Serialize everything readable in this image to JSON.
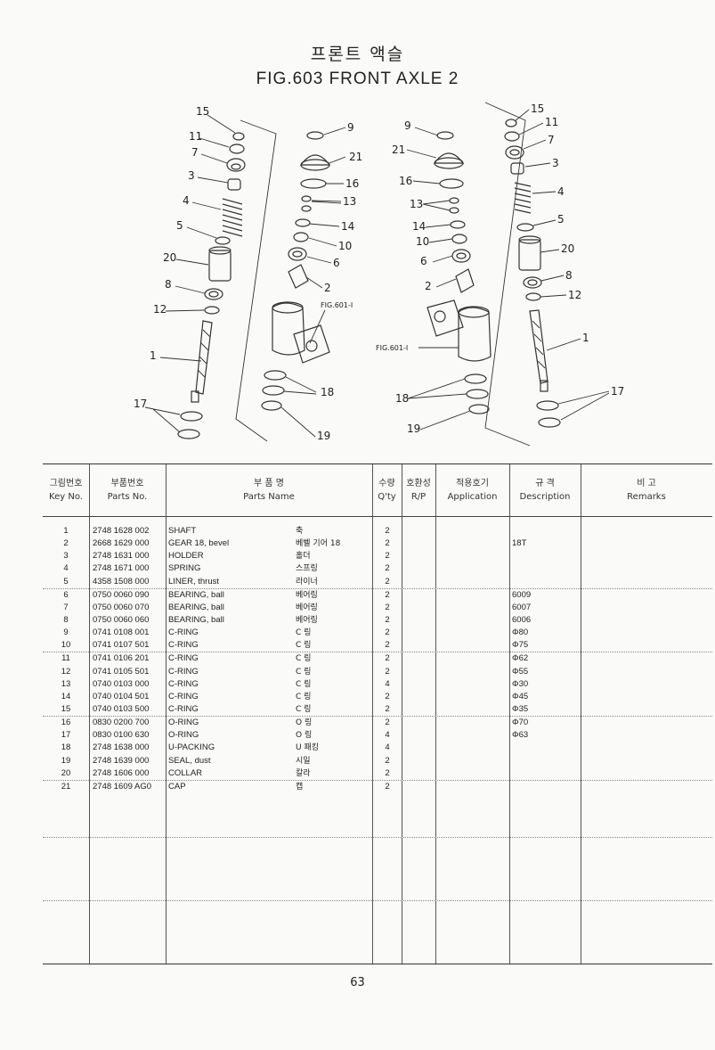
{
  "title": {
    "korean": "프론트 액슬",
    "english": "FIG.603  FRONT AXLE 2"
  },
  "diagram": {
    "left_callouts": [
      "15",
      "11",
      "7",
      "3",
      "4",
      "5",
      "20",
      "8",
      "12",
      "1",
      "17"
    ],
    "center_left_callouts": [
      "9",
      "21",
      "16",
      "13",
      "14",
      "10",
      "6",
      "2",
      "18",
      "19"
    ],
    "center_right_callouts": [
      "9",
      "21",
      "16",
      "13",
      "14",
      "10",
      "6",
      "2",
      "18",
      "19"
    ],
    "right_callouts": [
      "15",
      "11",
      "7",
      "3",
      "4",
      "5",
      "20",
      "8",
      "12",
      "1",
      "17"
    ],
    "ref_left": "FIG.601-I",
    "ref_right": "FIG.601-I"
  },
  "table": {
    "headers": {
      "key_kr": "그림번호",
      "key_en": "Key No.",
      "parts_kr": "부품번호",
      "parts_en": "Parts No.",
      "name_kr": "부       품       명",
      "name_en": "Parts       Name",
      "qty_kr": "수량",
      "qty_en": "Q'ty",
      "rp_kr": "호환성",
      "rp_en": "R/P",
      "app_kr": "적용호기",
      "app_en": "Application",
      "desc_kr": "규      격",
      "desc_en": "Description",
      "remarks_kr": "비        고",
      "remarks_en": "Remarks"
    },
    "rows": [
      {
        "key": "1",
        "part_no": "2748 1628 002",
        "name": "SHAFT",
        "name_kr": "축",
        "qty": "2",
        "desc": ""
      },
      {
        "key": "2",
        "part_no": "2668 1629 000",
        "name": "GEAR 18, bevel",
        "name_kr": "베벨 기어 18",
        "qty": "2",
        "desc": "18T"
      },
      {
        "key": "3",
        "part_no": "2748 1631 000",
        "name": "HOLDER",
        "name_kr": "홀더",
        "qty": "2",
        "desc": ""
      },
      {
        "key": "4",
        "part_no": "2748 1671 000",
        "name": "SPRING",
        "name_kr": "스프링",
        "qty": "2",
        "desc": ""
      },
      {
        "key": "5",
        "part_no": "4358 1508 000",
        "name": "LINER, thrust",
        "name_kr": "라이너",
        "qty": "2",
        "desc": ""
      },
      {
        "key": "6",
        "part_no": "0750 0060 090",
        "name": "BEARING, ball",
        "name_kr": "베어링",
        "qty": "2",
        "desc": "6009"
      },
      {
        "key": "7",
        "part_no": "0750 0060 070",
        "name": "BEARING, ball",
        "name_kr": "베어링",
        "qty": "2",
        "desc": "6007"
      },
      {
        "key": "8",
        "part_no": "0750 0060 060",
        "name": "BEARING, ball",
        "name_kr": "베어링",
        "qty": "2",
        "desc": "6006"
      },
      {
        "key": "9",
        "part_no": "0741 0108 001",
        "name": "C-RING",
        "name_kr": "C 링",
        "qty": "2",
        "desc": "Φ80"
      },
      {
        "key": "10",
        "part_no": "0741 0107 501",
        "name": "C-RING",
        "name_kr": "C 링",
        "qty": "2",
        "desc": "Φ75"
      },
      {
        "key": "11",
        "part_no": "0741 0106 201",
        "name": "C-RING",
        "name_kr": "C 링",
        "qty": "2",
        "desc": "Φ62"
      },
      {
        "key": "12",
        "part_no": "0741 0105 501",
        "name": "C-RING",
        "name_kr": "C 링",
        "qty": "2",
        "desc": "Φ55"
      },
      {
        "key": "13",
        "part_no": "0740 0103 000",
        "name": "C-RING",
        "name_kr": "C 링",
        "qty": "4",
        "desc": "Φ30"
      },
      {
        "key": "14",
        "part_no": "0740 0104 501",
        "name": "C-RING",
        "name_kr": "C 링",
        "qty": "2",
        "desc": "Φ45"
      },
      {
        "key": "15",
        "part_no": "0740 0103 500",
        "name": "C-RING",
        "name_kr": "C 링",
        "qty": "2",
        "desc": "Φ35"
      },
      {
        "key": "16",
        "part_no": "0830 0200 700",
        "name": "O-RING",
        "name_kr": "O 링",
        "qty": "2",
        "desc": "Φ70"
      },
      {
        "key": "17",
        "part_no": "0830 0100 630",
        "name": "O-RING",
        "name_kr": "O 링",
        "qty": "4",
        "desc": "Φ63"
      },
      {
        "key": "18",
        "part_no": "2748 1638 000",
        "name": "U-PACKING",
        "name_kr": "U 패킹",
        "qty": "4",
        "desc": ""
      },
      {
        "key": "19",
        "part_no": "2748 1639 000",
        "name": "SEAL, dust",
        "name_kr": "시일",
        "qty": "2",
        "desc": ""
      },
      {
        "key": "20",
        "part_no": "2748 1606 000",
        "name": "COLLAR",
        "name_kr": "칼라",
        "qty": "2",
        "desc": ""
      },
      {
        "key": "21",
        "part_no": "2748 1609 AG0",
        "name": "CAP",
        "name_kr": "캡",
        "qty": "2",
        "desc": ""
      }
    ]
  },
  "page_number": "63"
}
